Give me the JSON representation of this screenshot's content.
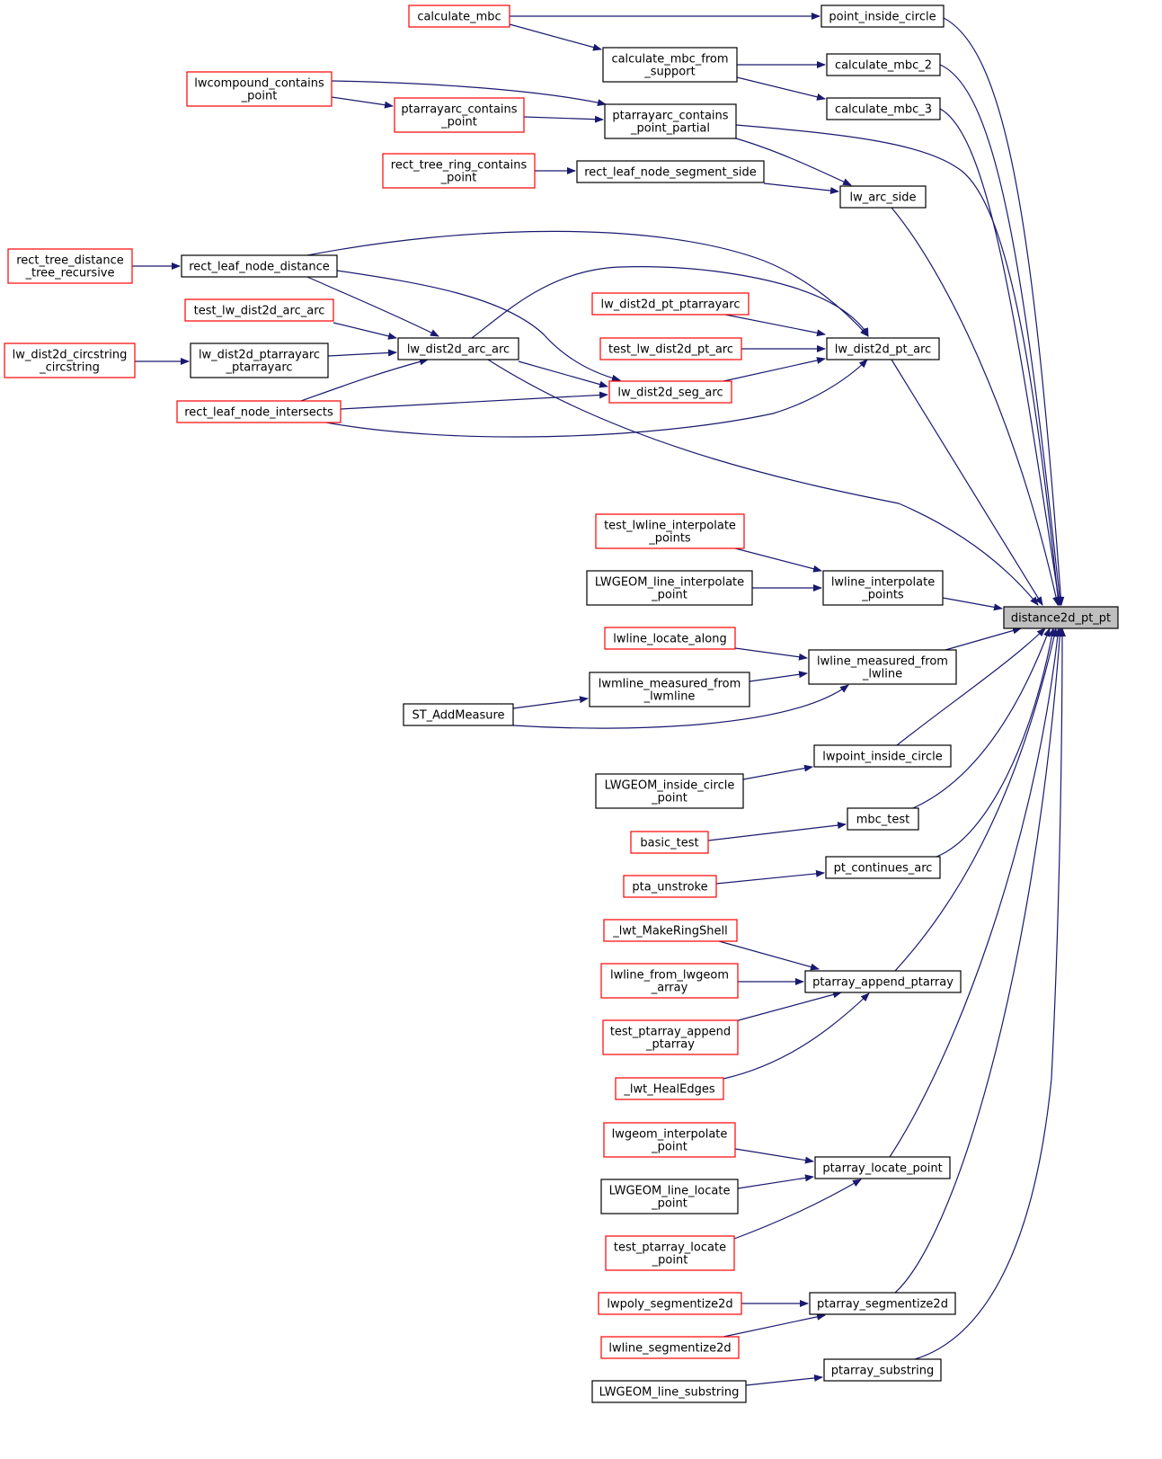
{
  "diagram": {
    "colors": {
      "edge": "#191970",
      "node_border_default": "#000000",
      "node_border_red": "#ff0000",
      "node_fill_root": "#bfbfbf",
      "node_fill": "#ffffff"
    },
    "nodes": {
      "calculate_mbc": {
        "lines": [
          "calculate_mbc"
        ],
        "style": "red"
      },
      "point_inside_circle": {
        "lines": [
          "point_inside_circle"
        ],
        "style": "black"
      },
      "calculate_mbc_from_support": {
        "lines": [
          "calculate_mbc_from",
          "_support"
        ],
        "style": "black"
      },
      "calculate_mbc_2": {
        "lines": [
          "calculate_mbc_2"
        ],
        "style": "black"
      },
      "calculate_mbc_3": {
        "lines": [
          "calculate_mbc_3"
        ],
        "style": "black"
      },
      "lwcompound_contains_point": {
        "lines": [
          "lwcompound_contains",
          "_point"
        ],
        "style": "red"
      },
      "ptarrayarc_contains_point": {
        "lines": [
          "ptarrayarc_contains",
          "_point"
        ],
        "style": "red"
      },
      "ptarrayarc_contains_point_partial": {
        "lines": [
          "ptarrayarc_contains",
          "_point_partial"
        ],
        "style": "black"
      },
      "rect_tree_ring_contains_point": {
        "lines": [
          "rect_tree_ring_contains",
          "_point"
        ],
        "style": "red"
      },
      "rect_leaf_node_segment_side": {
        "lines": [
          "rect_leaf_node_segment_side"
        ],
        "style": "black"
      },
      "lw_arc_side": {
        "lines": [
          "lw_arc_side"
        ],
        "style": "black"
      },
      "rect_tree_distance_tree_recursive": {
        "lines": [
          "rect_tree_distance",
          "_tree_recursive"
        ],
        "style": "red"
      },
      "rect_leaf_node_distance": {
        "lines": [
          "rect_leaf_node_distance"
        ],
        "style": "black"
      },
      "test_lw_dist2d_arc_arc": {
        "lines": [
          "test_lw_dist2d_arc_arc"
        ],
        "style": "red"
      },
      "lw_dist2d_pt_ptarrayarc": {
        "lines": [
          "lw_dist2d_pt_ptarrayarc"
        ],
        "style": "red"
      },
      "lw_dist2d_circstring_circstring": {
        "lines": [
          "lw_dist2d_circstring",
          "_circstring"
        ],
        "style": "red"
      },
      "lw_dist2d_ptarrayarc_ptarrayarc": {
        "lines": [
          "lw_dist2d_ptarrayarc",
          "_ptarrayarc"
        ],
        "style": "black"
      },
      "lw_dist2d_arc_arc": {
        "lines": [
          "lw_dist2d_arc_arc"
        ],
        "style": "black"
      },
      "test_lw_dist2d_pt_arc": {
        "lines": [
          "test_lw_dist2d_pt_arc"
        ],
        "style": "red"
      },
      "lw_dist2d_pt_arc": {
        "lines": [
          "lw_dist2d_pt_arc"
        ],
        "style": "black"
      },
      "lw_dist2d_seg_arc": {
        "lines": [
          "lw_dist2d_seg_arc"
        ],
        "style": "red"
      },
      "rect_leaf_node_intersects": {
        "lines": [
          "rect_leaf_node_intersects"
        ],
        "style": "red"
      },
      "test_lwline_interpolate_points": {
        "lines": [
          "test_lwline_interpolate",
          "_points"
        ],
        "style": "red"
      },
      "LWGEOM_line_interpolate_point": {
        "lines": [
          "LWGEOM_line_interpolate",
          "_point"
        ],
        "style": "black"
      },
      "lwline_interpolate_points": {
        "lines": [
          "lwline_interpolate",
          "_points"
        ],
        "style": "black"
      },
      "distance2d_pt_pt": {
        "lines": [
          "distance2d_pt_pt"
        ],
        "style": "root"
      },
      "lwline_locate_along": {
        "lines": [
          "lwline_locate_along"
        ],
        "style": "red"
      },
      "lwline_measured_from_lwline": {
        "lines": [
          "lwline_measured_from",
          "_lwline"
        ],
        "style": "black"
      },
      "lwmline_measured_from_lwmline": {
        "lines": [
          "lwmline_measured_from",
          "_lwmline"
        ],
        "style": "black"
      },
      "ST_AddMeasure": {
        "lines": [
          "ST_AddMeasure"
        ],
        "style": "black"
      },
      "lwpoint_inside_circle": {
        "lines": [
          "lwpoint_inside_circle"
        ],
        "style": "black"
      },
      "LWGEOM_inside_circle_point": {
        "lines": [
          "LWGEOM_inside_circle",
          "_point"
        ],
        "style": "black"
      },
      "mbc_test": {
        "lines": [
          "mbc_test"
        ],
        "style": "black"
      },
      "basic_test": {
        "lines": [
          "basic_test"
        ],
        "style": "red"
      },
      "pt_continues_arc": {
        "lines": [
          "pt_continues_arc"
        ],
        "style": "black"
      },
      "pta_unstroke": {
        "lines": [
          "pta_unstroke"
        ],
        "style": "red"
      },
      "_lwt_MakeRingShell": {
        "lines": [
          "_lwt_MakeRingShell"
        ],
        "style": "red"
      },
      "lwline_from_lwgeom_array": {
        "lines": [
          "lwline_from_lwgeom",
          "_array"
        ],
        "style": "red"
      },
      "ptarray_append_ptarray": {
        "lines": [
          "ptarray_append_ptarray"
        ],
        "style": "black"
      },
      "test_ptarray_append_ptarray": {
        "lines": [
          "test_ptarray_append",
          "_ptarray"
        ],
        "style": "red"
      },
      "_lwt_HealEdges": {
        "lines": [
          "_lwt_HealEdges"
        ],
        "style": "red"
      },
      "lwgeom_interpolate_point": {
        "lines": [
          "lwgeom_interpolate",
          "_point"
        ],
        "style": "red"
      },
      "ptarray_locate_point": {
        "lines": [
          "ptarray_locate_point"
        ],
        "style": "black"
      },
      "LWGEOM_line_locate_point": {
        "lines": [
          "LWGEOM_line_locate",
          "_point"
        ],
        "style": "black"
      },
      "test_ptarray_locate_point": {
        "lines": [
          "test_ptarray_locate",
          "_point"
        ],
        "style": "red"
      },
      "lwpoly_segmentize2d": {
        "lines": [
          "lwpoly_segmentize2d"
        ],
        "style": "red"
      },
      "ptarray_segmentize2d": {
        "lines": [
          "ptarray_segmentize2d"
        ],
        "style": "black"
      },
      "lwline_segmentize2d": {
        "lines": [
          "lwline_segmentize2d"
        ],
        "style": "red"
      },
      "ptarray_substring": {
        "lines": [
          "ptarray_substring"
        ],
        "style": "black"
      },
      "LWGEOM_line_substring": {
        "lines": [
          "LWGEOM_line_substring"
        ],
        "style": "black"
      }
    }
  }
}
